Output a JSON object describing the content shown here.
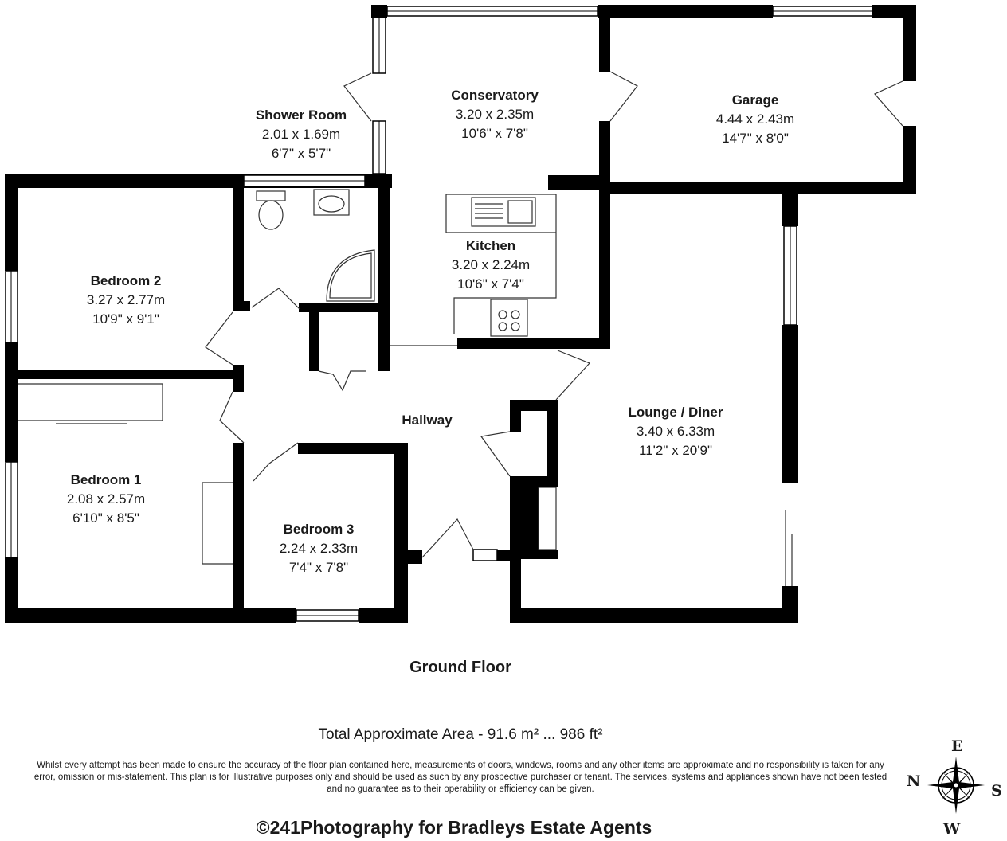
{
  "rooms": {
    "conservatory": {
      "name": "Conservatory",
      "metric": "3.20 x 2.35m",
      "imperial": "10'6\" x 7'8\""
    },
    "garage": {
      "name": "Garage",
      "metric": "4.44 x 2.43m",
      "imperial": "14'7\" x 8'0\""
    },
    "shower_room": {
      "name": "Shower Room",
      "metric": "2.01 x 1.69m",
      "imperial": "6'7\" x 5'7\""
    },
    "kitchen": {
      "name": "Kitchen",
      "metric": "3.20 x 2.24m",
      "imperial": "10'6\" x 7'4\""
    },
    "bedroom2": {
      "name": "Bedroom 2",
      "metric": "3.27 x 2.77m",
      "imperial": "10'9\" x 9'1\""
    },
    "hallway": {
      "name": "Hallway"
    },
    "lounge_diner": {
      "name": "Lounge / Diner",
      "metric": "3.40 x 6.33m",
      "imperial": "11'2\" x 20'9\""
    },
    "bedroom1": {
      "name": "Bedroom 1",
      "metric": "2.08 x 2.57m",
      "imperial": "6'10\" x 8'5\""
    },
    "bedroom3": {
      "name": "Bedroom 3",
      "metric": "2.24 x 2.33m",
      "imperial": "7'4\" x 7'8\""
    }
  },
  "floor_label": "Ground Floor",
  "total_area": "Total Approximate Area - 91.6 m² ... 986 ft²",
  "disclaimer": "Whilst every attempt has been made to ensure the accuracy of the floor plan contained here, measurements of doors, windows, rooms and any other items are approximate and no responsibility is taken for any error, omission or mis-statement. This plan is for illustrative purposes only and should be used as such by any prospective purchaser or tenant. The services, systems and appliances shown have not been tested and no guarantee as to their operability or efficiency can be given.",
  "copyright": "©241Photography for Bradleys Estate Agents",
  "compass": {
    "north": "N",
    "east": "E",
    "south": "S",
    "west": "W"
  }
}
